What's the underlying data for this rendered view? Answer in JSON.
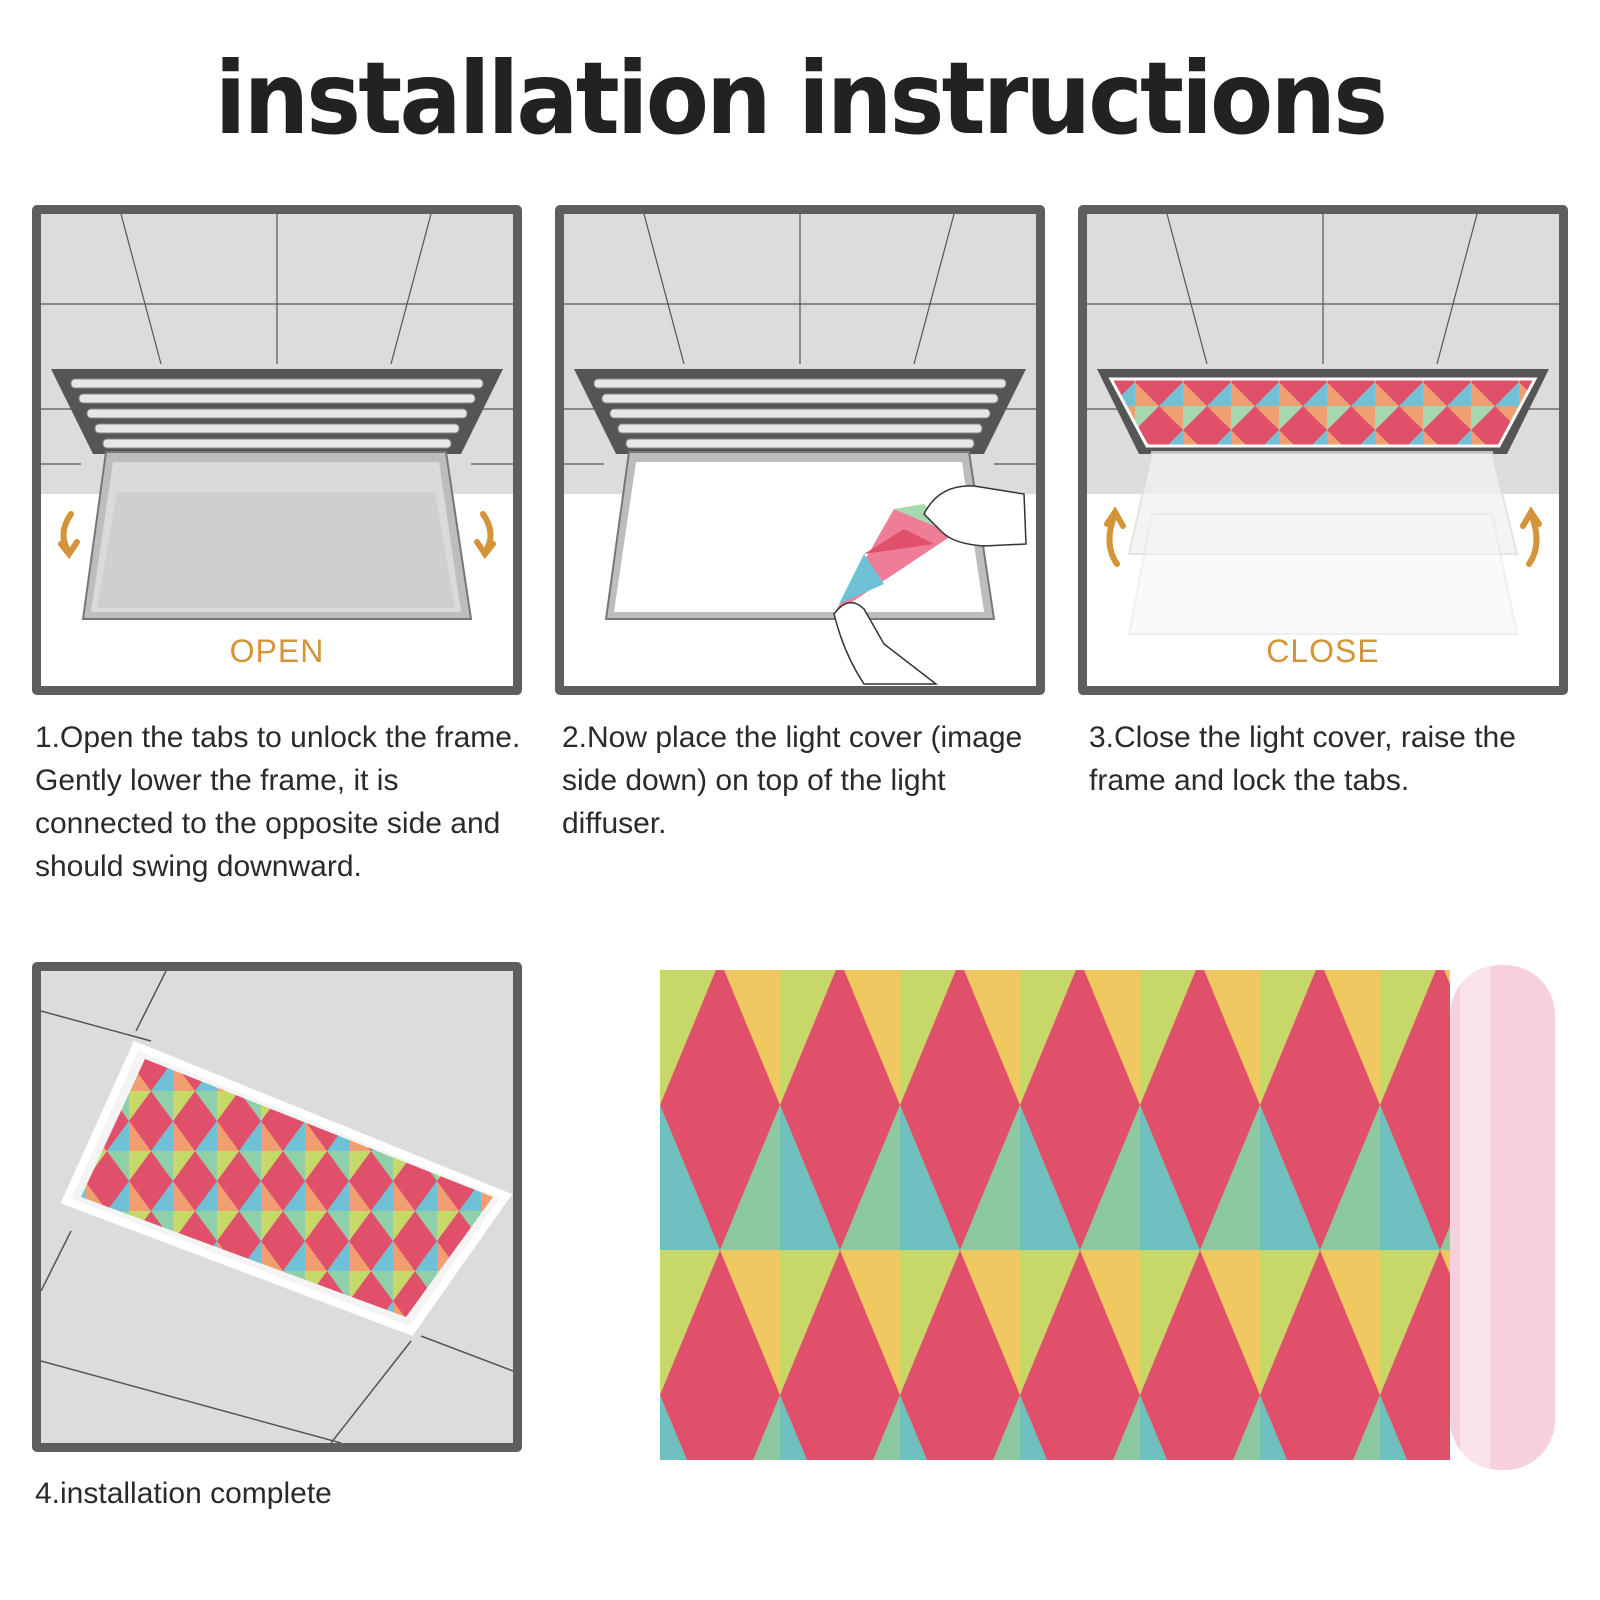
{
  "page": {
    "title": "installation instructions"
  },
  "steps": [
    {
      "label": "OPEN",
      "caption": "1.Open the tabs to unlock the frame. Gently lower the frame, it is connected to the opposite side and should swing downward."
    },
    {
      "label": "",
      "caption": "2.Now place the light cover (image side down) on top of the light diffuser."
    },
    {
      "label": "CLOSE",
      "caption": "3.Close the light cover, raise the frame and lock the tabs."
    },
    {
      "label": "",
      "caption": "4.installation complete"
    }
  ],
  "colors": {
    "panel_border": "#5e5e5e",
    "ceiling": "#dcdcdc",
    "accent": "#d4943a",
    "arrow": "#d4943a"
  },
  "icons": {
    "open_arrow_left": "curved-arrow-down-icon",
    "open_arrow_right": "curved-arrow-down-icon",
    "close_arrow_left": "curved-arrow-up-icon",
    "close_arrow_right": "curved-arrow-up-icon"
  }
}
